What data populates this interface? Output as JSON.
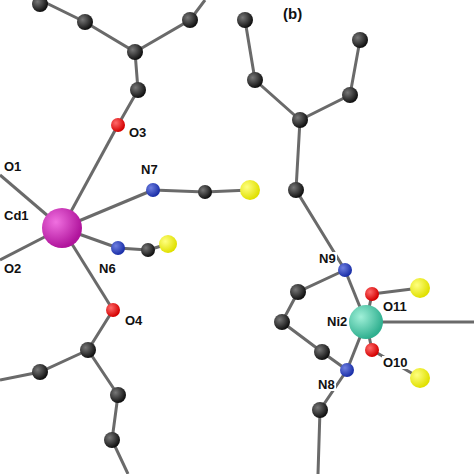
{
  "diagram": {
    "labels": [
      "O3",
      "O1",
      "Cd1",
      "N7",
      "N6",
      "O2",
      "O4",
      "(b)",
      "N9",
      "O11",
      "Ni2",
      "N8",
      "O10"
    ]
  }
}
